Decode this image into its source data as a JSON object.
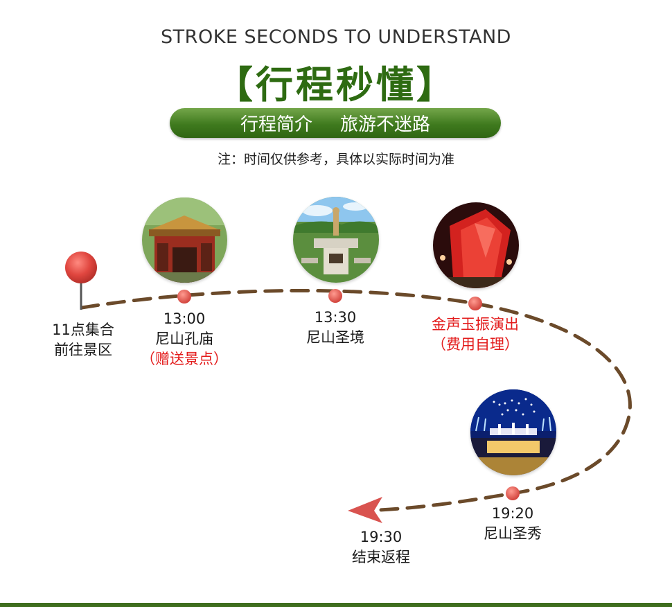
{
  "header": {
    "english_title": "STROKE SECONDS TO UNDERSTAND",
    "chinese_title": "【行程秒懂】",
    "pill_left": "行程简介",
    "pill_right": "旅游不迷路",
    "note": "注：时间仅供参考，具体以实际时间为准"
  },
  "stops": [
    {
      "label_line1": "11点集合",
      "label_line2": "前往景区"
    },
    {
      "time": "13:00",
      "name": "尼山孔庙",
      "note": "（赠送景点）",
      "photo_icon": "temple-gate-photo"
    },
    {
      "time": "13:30",
      "name": "尼山圣境",
      "photo_icon": "statue-park-photo"
    },
    {
      "name": "金声玉振演出",
      "note": "（费用自理）",
      "photo_icon": "red-stage-photo"
    },
    {
      "time": "19:20",
      "name": "尼山圣秀",
      "photo_icon": "night-show-photo"
    },
    {
      "time": "19:30",
      "name": "结束返程"
    }
  ],
  "colors": {
    "title_green": "#2e6b12",
    "route_brown": "#6b4a2a",
    "marker_red": "#e0463f",
    "note_red": "#e31b1b",
    "arrow_red": "#d9534f"
  }
}
